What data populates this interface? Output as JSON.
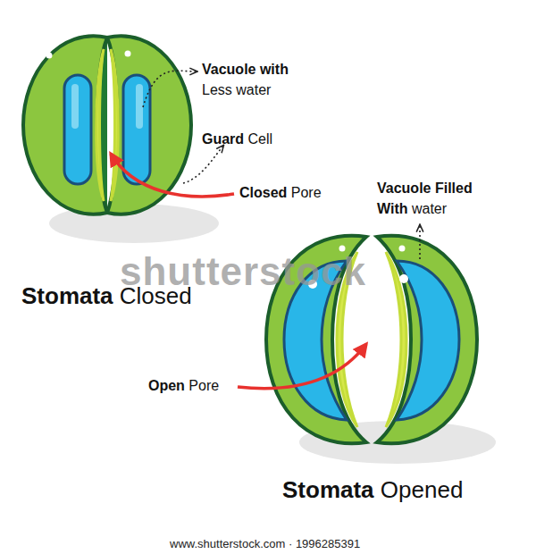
{
  "diagram": {
    "labels": [
      "Vacuole with Less water",
      "Guard Cell",
      "Closed Pore",
      "Vacuole Filled With water",
      "Open Pore",
      "Stomata Closed",
      "Stomata Opened",
      "shutterstock",
      "www.shutterstock.com · 1996285391"
    ]
  }
}
